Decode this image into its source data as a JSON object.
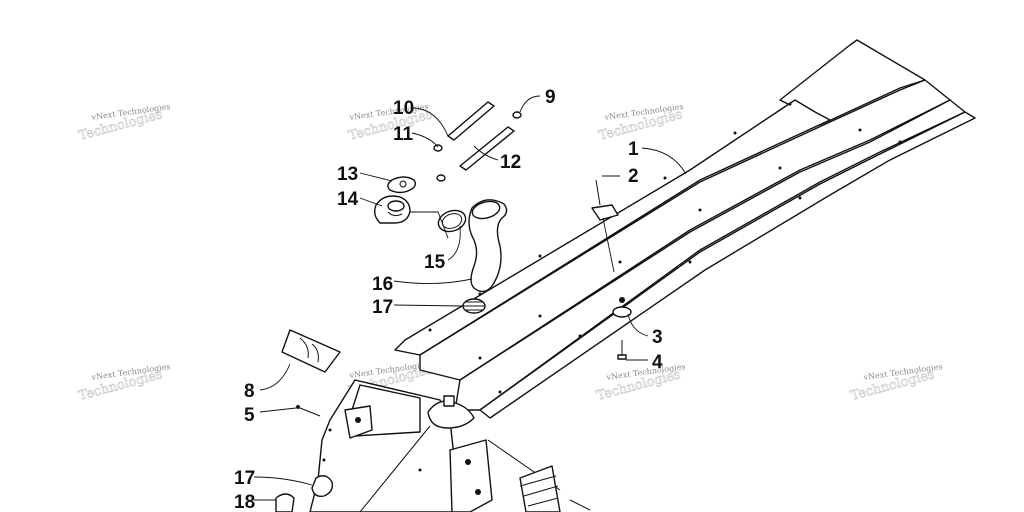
{
  "diagram": {
    "callouts": [
      "1",
      "2",
      "3",
      "4",
      "5",
      "8",
      "9",
      "10",
      "11",
      "12",
      "13",
      "14",
      "15",
      "16",
      "17",
      "17",
      "18"
    ],
    "watermark": "vNext Technologies"
  }
}
